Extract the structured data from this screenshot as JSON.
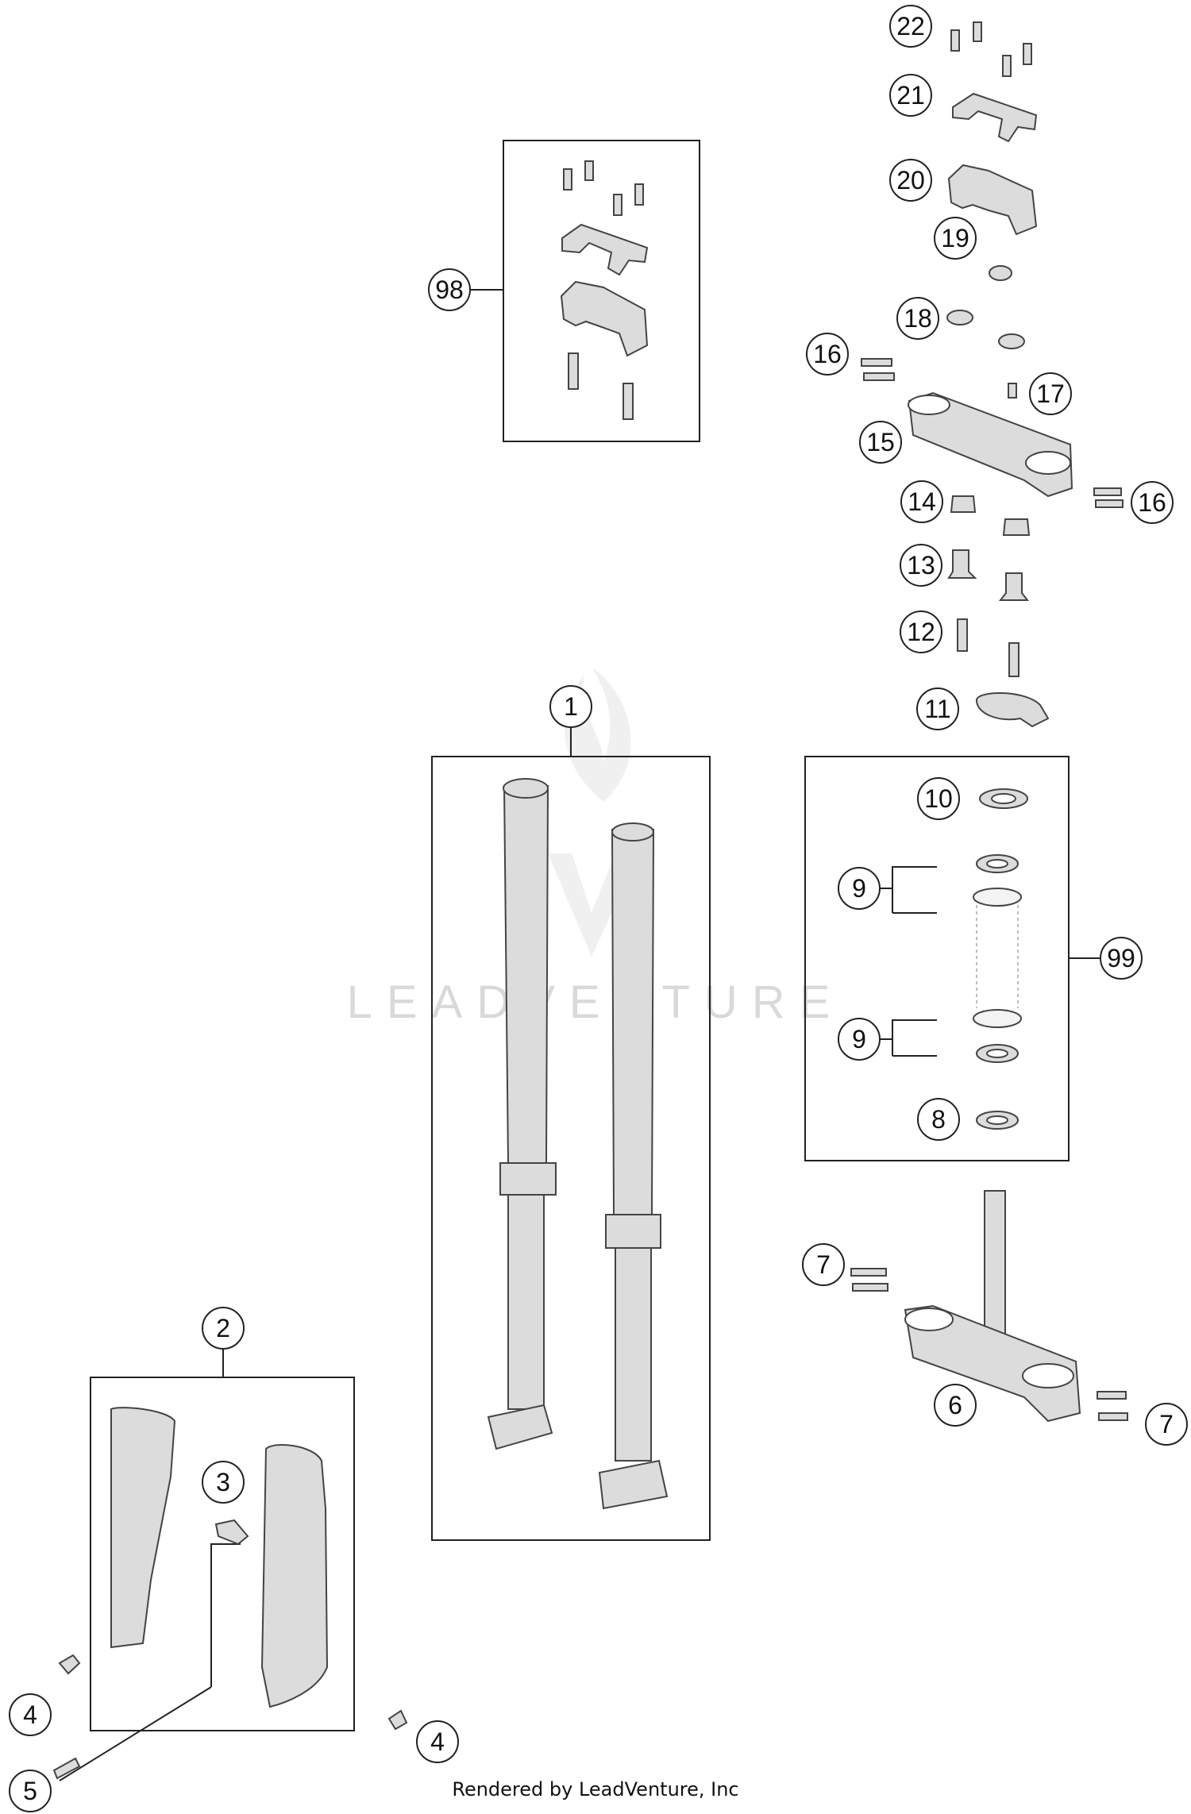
{
  "watermark": "LEADVENTURE",
  "footer": "Rendered by LeadVenture, Inc",
  "callouts": [
    "22",
    "21",
    "20",
    "98",
    "19",
    "18",
    "16",
    "17",
    "15",
    "14",
    "16",
    "13",
    "12",
    "11",
    "1",
    "10",
    "9",
    "99",
    "9",
    "8",
    "7",
    "6",
    "7",
    "2",
    "3",
    "4",
    "4",
    "5"
  ]
}
